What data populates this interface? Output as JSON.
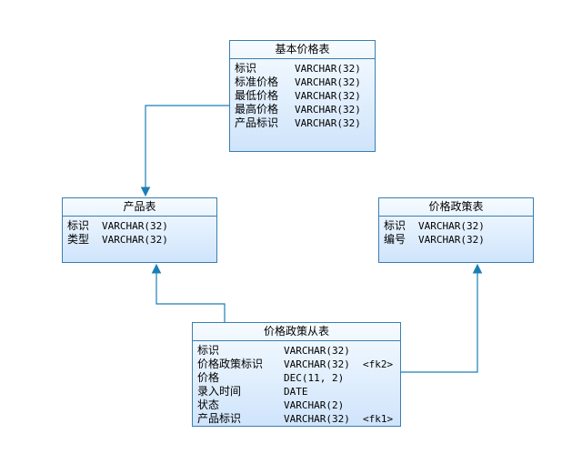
{
  "entities": {
    "base_price": {
      "title": "基本价格表",
      "rows": [
        {
          "name": "标识",
          "type": "VARCHAR(32)"
        },
        {
          "name": "标准价格",
          "type": "VARCHAR(32)"
        },
        {
          "name": "最低价格",
          "type": "VARCHAR(32)"
        },
        {
          "name": "最高价格",
          "type": "VARCHAR(32)"
        },
        {
          "name": "产品标识",
          "type": "VARCHAR(32)"
        }
      ]
    },
    "product": {
      "title": "产品表",
      "rows": [
        {
          "name": "标识",
          "type": "VARCHAR(32)"
        },
        {
          "name": "类型",
          "type": "VARCHAR(32)"
        }
      ]
    },
    "price_policy": {
      "title": "价格政策表",
      "rows": [
        {
          "name": "标识",
          "type": "VARCHAR(32)"
        },
        {
          "name": "编号",
          "type": "VARCHAR(32)"
        }
      ]
    },
    "price_policy_detail": {
      "title": "价格政策从表",
      "rows": [
        {
          "name": "标识",
          "type": "VARCHAR(32)",
          "key": ""
        },
        {
          "name": "价格政策标识",
          "type": "VARCHAR(32)",
          "key": "<fk2>"
        },
        {
          "name": "价格",
          "type": "DEC(11, 2)",
          "key": ""
        },
        {
          "name": "录入时间",
          "type": "DATE",
          "key": ""
        },
        {
          "name": "状态",
          "type": "VARCHAR(2)",
          "key": ""
        },
        {
          "name": "产品标识",
          "type": "VARCHAR(32)",
          "key": "<fk1>"
        }
      ]
    }
  },
  "colors": {
    "line": "#1a7fb5",
    "border": "#3a7fb0",
    "fill_top": "#f6fbff",
    "fill_bottom": "#cfe4fb"
  }
}
